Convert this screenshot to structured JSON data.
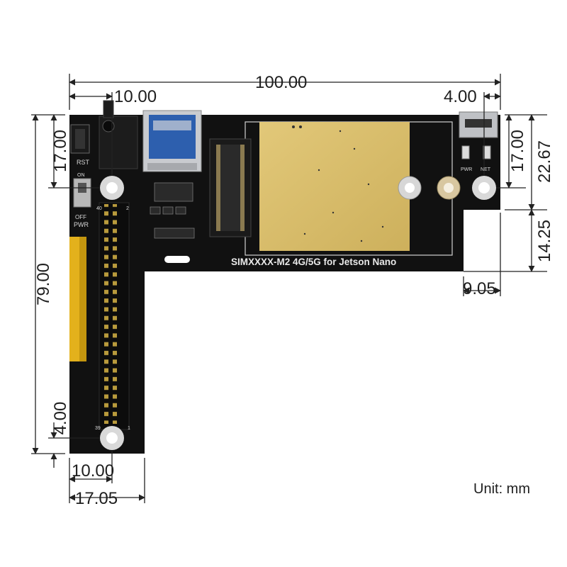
{
  "board": {
    "title": "SIMXXXX-M2 4G/5G for Jetson Nano",
    "rst_label": "RST",
    "on_label": "ON",
    "off_label": "OFF",
    "pwr_label": "PWR",
    "pwr_led_label": "PWR",
    "net_led_label": "NET",
    "header_top_left": "40",
    "header_top_right": "2",
    "header_bottom_left": "39",
    "header_bottom_right": "1"
  },
  "dimensions": {
    "width_total": "100.00",
    "hole_left_offset": "10.00",
    "hole_right_offset": "4.00",
    "height_total": "79.00",
    "left_top_hole": "17.00",
    "right_top_hole": "17.00",
    "right_height": "22.67",
    "notch_height": "14.25",
    "notch_width": "9.05",
    "bottom_hole_vertical": "4.00",
    "bottom_hole_x": "10.00",
    "bottom_width": "17.05"
  },
  "unit_label": "Unit: mm",
  "colors": {
    "pcb": "#111111",
    "gold": "#d8be6a",
    "line": "#222222"
  }
}
